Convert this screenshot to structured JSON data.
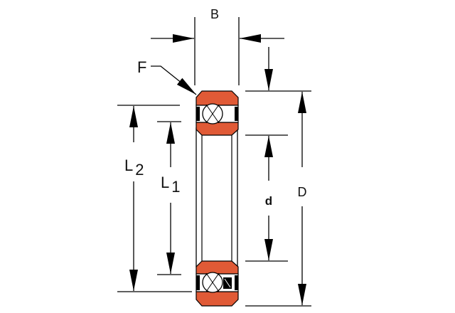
{
  "labels": {
    "width": "B",
    "feature": "F",
    "outer_diameter": "D",
    "bore": "d",
    "l2_letter": "L",
    "l2_sub": "2",
    "l1_letter": "L",
    "l1_sub": "1"
  },
  "colors": {
    "ring": "#e05a36",
    "line": "#000000"
  }
}
